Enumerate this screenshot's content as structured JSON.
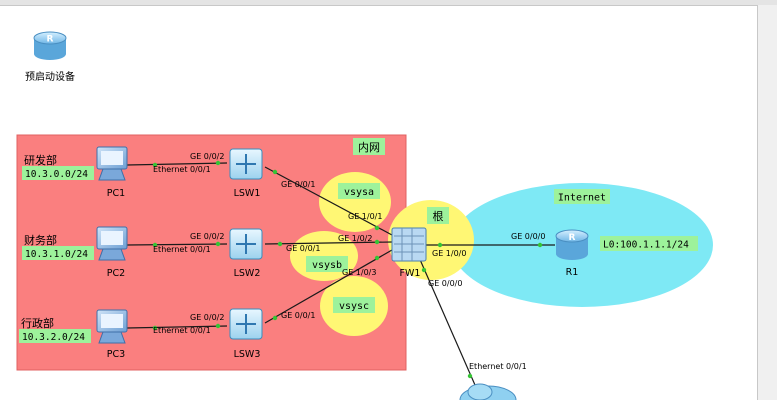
{
  "toolbar": {
    "pre_start_label": "预启动设备"
  },
  "zones": {
    "intranet_label": "内网",
    "internet_label": "Internet",
    "root_label": "根"
  },
  "vsys": {
    "a": "vsysa",
    "b": "vsysb",
    "c": "vsysc"
  },
  "departments": {
    "d1": {
      "name": "研发部",
      "subnet": "10.3.0.0/24"
    },
    "d2": {
      "name": "财务部",
      "subnet": "10.3.1.0/24"
    },
    "d3": {
      "name": "行政部",
      "subnet": "10.3.2.0/24"
    }
  },
  "devices": {
    "pc1": "PC1",
    "pc2": "PC2",
    "pc3": "PC3",
    "lsw1": "LSW1",
    "lsw2": "LSW2",
    "lsw3": "LSW3",
    "fw1": "FW1",
    "r1": "R1",
    "r1_loopback": "L0:100.1.1.1/24"
  },
  "ports": {
    "pc1_eth": "Ethernet 0/0/1",
    "lsw1_ge2": "GE 0/0/2",
    "lsw1_ge1": "GE 0/0/1",
    "pc2_eth": "Ethernet 0/0/1",
    "lsw2_ge2": "GE 0/0/2",
    "lsw2_ge1": "GE 0/0/1",
    "pc3_eth": "Ethernet 0/0/1",
    "lsw3_ge2": "GE 0/0/2",
    "lsw3_ge1": "GE 0/0/1",
    "fw_ge101": "GE 1/0/1",
    "fw_ge102": "GE 1/0/2",
    "fw_ge103": "GE 1/0/3",
    "fw_ge100": "GE 1/0/0",
    "fw_ge000": "GE 0/0/0",
    "r1_ge000": "GE 0/0/0",
    "cloud_eth": "Ethernet 0/0/1"
  },
  "colors": {
    "intranet_bg": "#fa7f7f",
    "intranet_border": "#e06060",
    "vsys_bubble": "#fff774",
    "internet_bg": "#7ee9f5",
    "label_green": "#9df29b",
    "link_dot": "#35c435",
    "link_line": "#1a1a1a"
  },
  "icons": {
    "router": "router-icon",
    "switch": "switch-icon",
    "pc": "pc-icon",
    "firewall": "firewall-icon",
    "cloud": "cloud-icon"
  }
}
